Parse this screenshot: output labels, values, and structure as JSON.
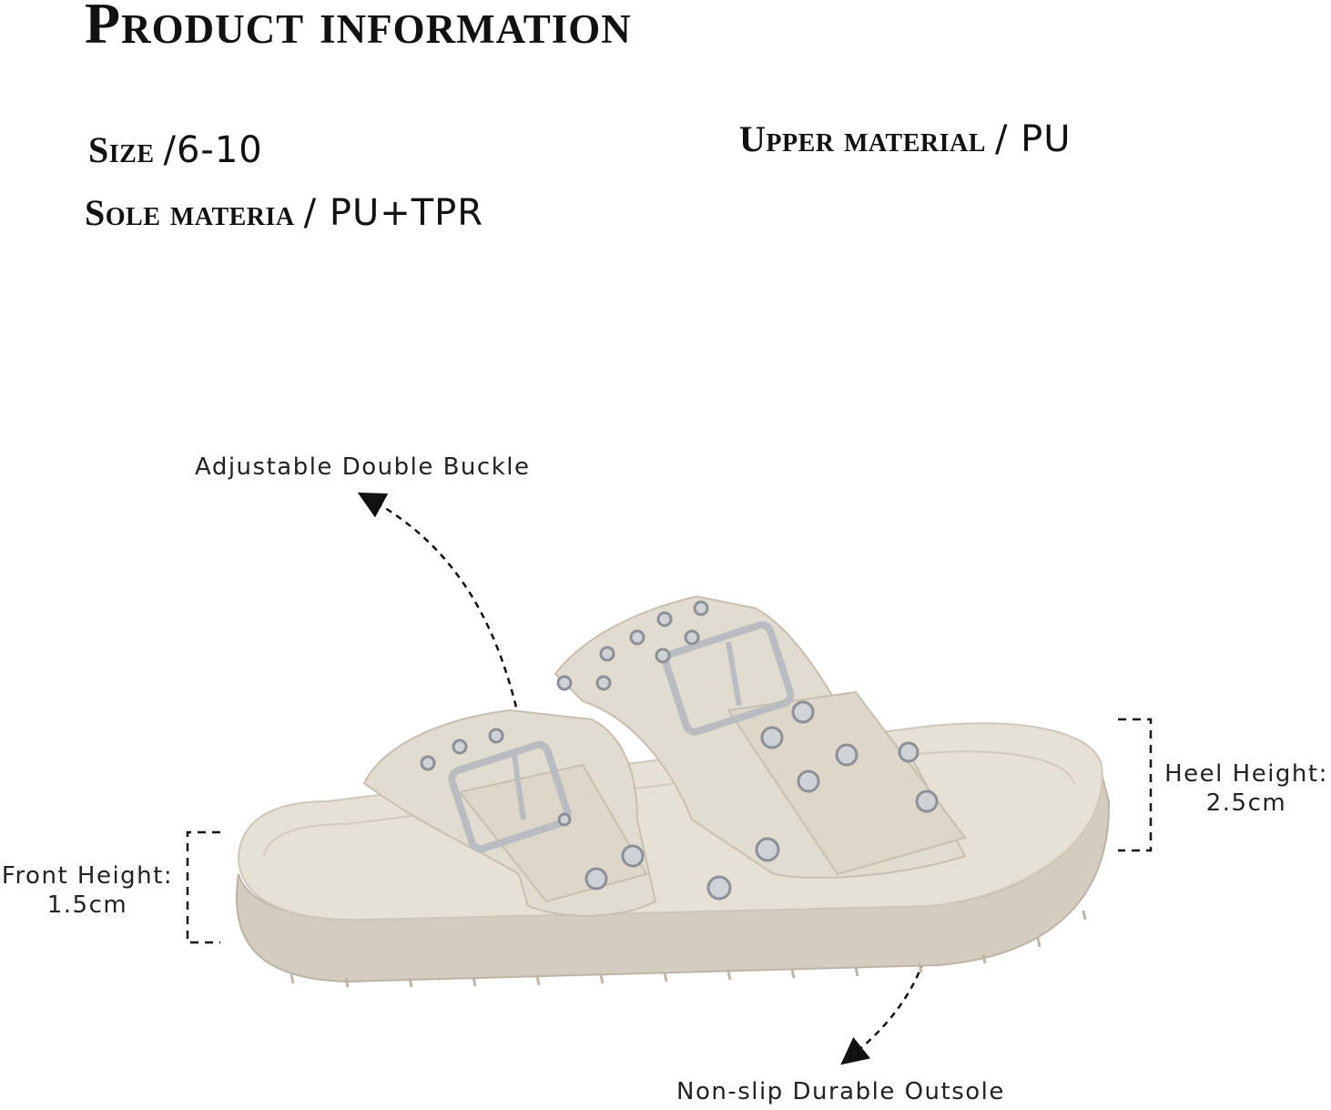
{
  "title": "Product information",
  "specs": {
    "size_label": "Size",
    "size_value": "/6-10",
    "sole_label": "Sole materia",
    "sole_value": "/ PU+TPR",
    "upper_label": "Upper material",
    "upper_value": "/ PU"
  },
  "callouts": {
    "buckle": "Adjustable Double Buckle",
    "heel_line1": "Heel Height:",
    "heel_line2": "2.5cm",
    "front_line1": "Front Height:",
    "front_line2": "1.5cm",
    "outsole": "Non-slip Durable Outsole"
  },
  "colors": {
    "sandal": "#e2dbcf",
    "sole": "#d8d1c4",
    "metal": "#c9ccd0",
    "text": "#111111"
  }
}
